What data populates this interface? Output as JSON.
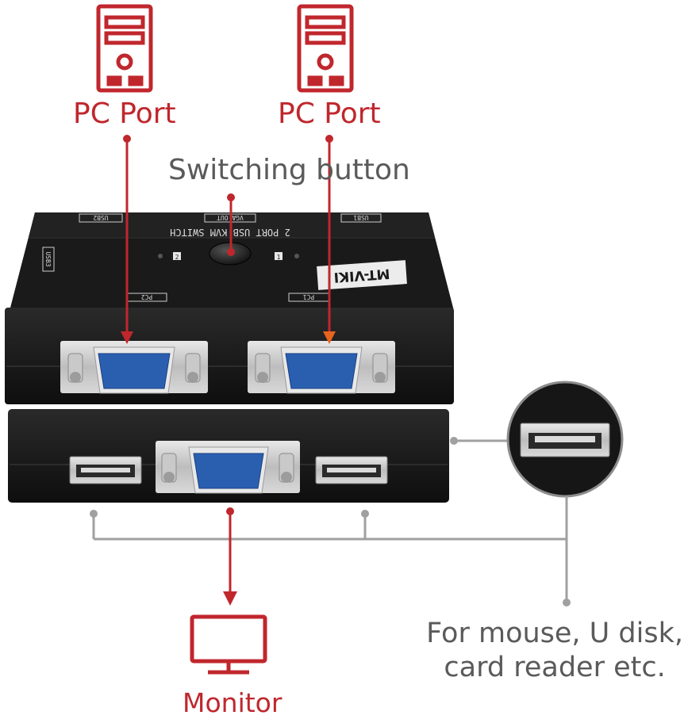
{
  "labels": {
    "pc_port_left": "PC Port",
    "pc_port_right": "PC Port",
    "switching_button": "Switching button",
    "monitor": "Monitor",
    "peripherals_line1": "For mouse, U disk,",
    "peripherals_line2": "card reader etc."
  },
  "device_print": {
    "top_label": "2 PORT USB KVM SWITCH",
    "brand": "MT-VIKI",
    "port_usb1": "USB1",
    "port_usb2": "USB2",
    "port_vga_out": "VGA OUT",
    "port_usb3": "USB3",
    "port_pc1": "PC1",
    "port_pc2": "PC2",
    "led_1": "1",
    "led_2": "2"
  },
  "colors": {
    "accent_red": "#c0272d",
    "accent_orange": "#e8641e",
    "connector_grey": "#a0a0a0",
    "device_black": "#161616",
    "vga_blue": "#2a5fb0"
  },
  "icons": [
    "computer-tower-icon",
    "computer-tower-icon",
    "monitor-icon",
    "usb-port-zoom-icon"
  ]
}
